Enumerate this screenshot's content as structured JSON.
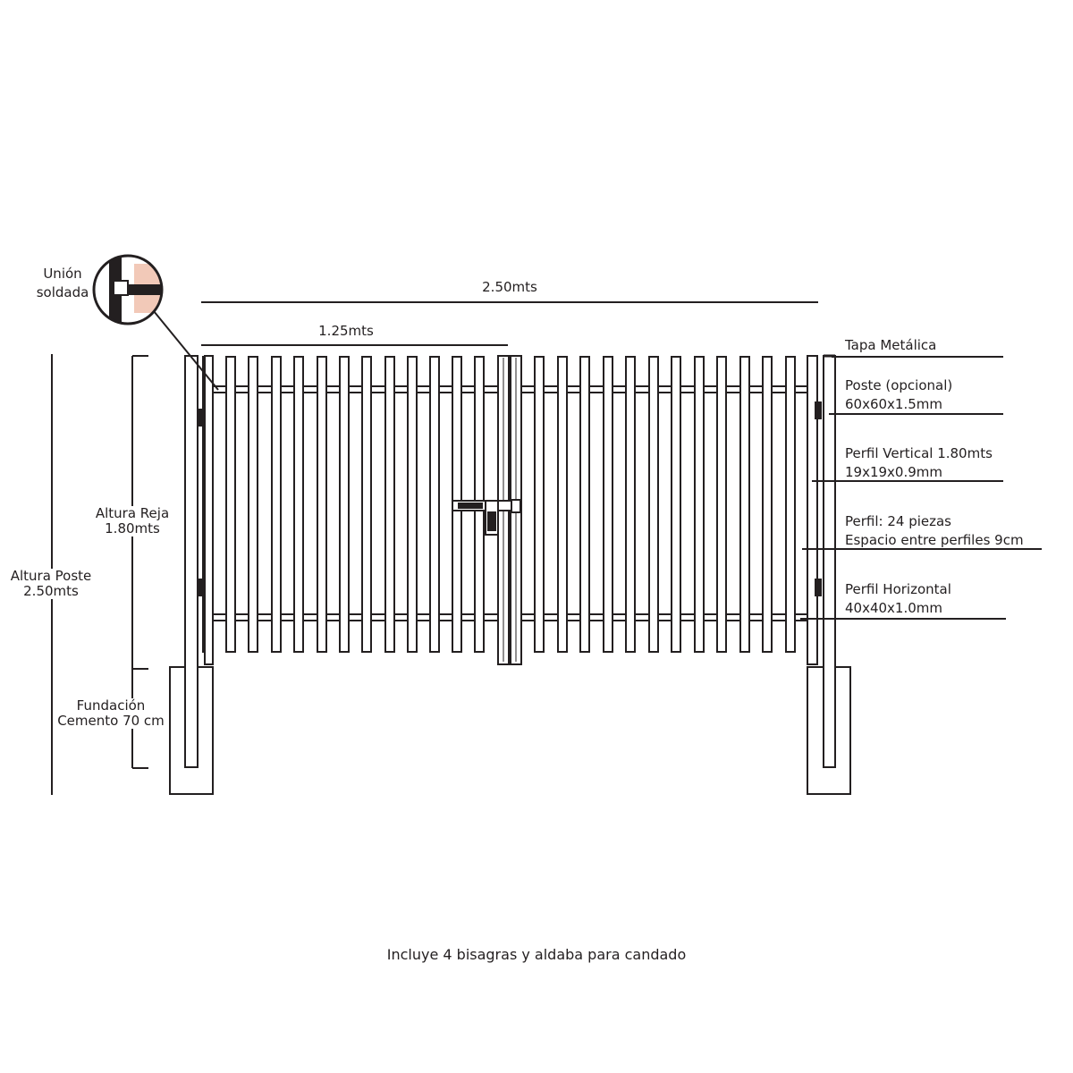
{
  "dimensions": {
    "overall_width": "2.50mts",
    "leaf_width": "1.25mts"
  },
  "detail": {
    "line1": "Unión",
    "line2": "soldada"
  },
  "left_labels": {
    "post_height": {
      "line1": "Altura Poste",
      "line2": "2.50mts"
    },
    "gate_height": {
      "line1": "Altura Reja",
      "line2": "1.80mts"
    },
    "foundation": {
      "line1": "Fundación",
      "line2": "Cemento 70 cm"
    }
  },
  "callouts": [
    {
      "id": "tapa",
      "line1": "Tapa Metálica",
      "line2": ""
    },
    {
      "id": "poste",
      "line1": "Poste (opcional)",
      "line2": "60x60x1.5mm"
    },
    {
      "id": "perfil-vertical",
      "line1": "Perfil Vertical 1.80mts",
      "line2": "19x19x0.9mm"
    },
    {
      "id": "perfil-piezas",
      "line1": "Perfil: 24 piezas",
      "line2": "Espacio entre perfiles 9cm"
    },
    {
      "id": "perfil-horizontal",
      "line1": "Perfil Horizontal",
      "line2": "40x40x1.0mm"
    }
  ],
  "footer_note": "Incluye 4 bisagras y aldaba para candado",
  "colors": {
    "stroke": "#231f20",
    "background": "#ffffff",
    "detail_accent": "#f2c9b8"
  }
}
